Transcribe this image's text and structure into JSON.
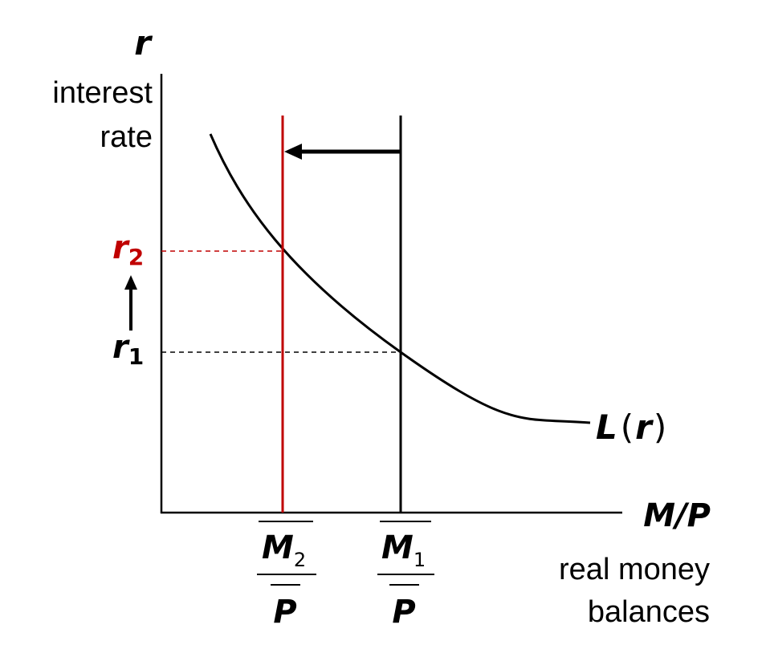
{
  "axes": {
    "y_symbol": "r",
    "y_caption_line1": "interest",
    "y_caption_line2": "rate",
    "x_symbol": "M/P",
    "x_caption_line1": "real money",
    "x_caption_line2": "balances"
  },
  "curve": {
    "label_L": "L",
    "label_open": "(",
    "label_r": "r",
    "label_close": ")"
  },
  "rates": {
    "r2_base": "r",
    "r2_sub": "2",
    "r1_base": "r",
    "r1_sub": "1"
  },
  "supply": {
    "m2_base": "M",
    "m2_sub": "2",
    "m1_base": "M",
    "m1_sub": "1",
    "p2": "P",
    "p1": "P"
  },
  "colors": {
    "black": "#000000",
    "red": "#c00000"
  }
}
